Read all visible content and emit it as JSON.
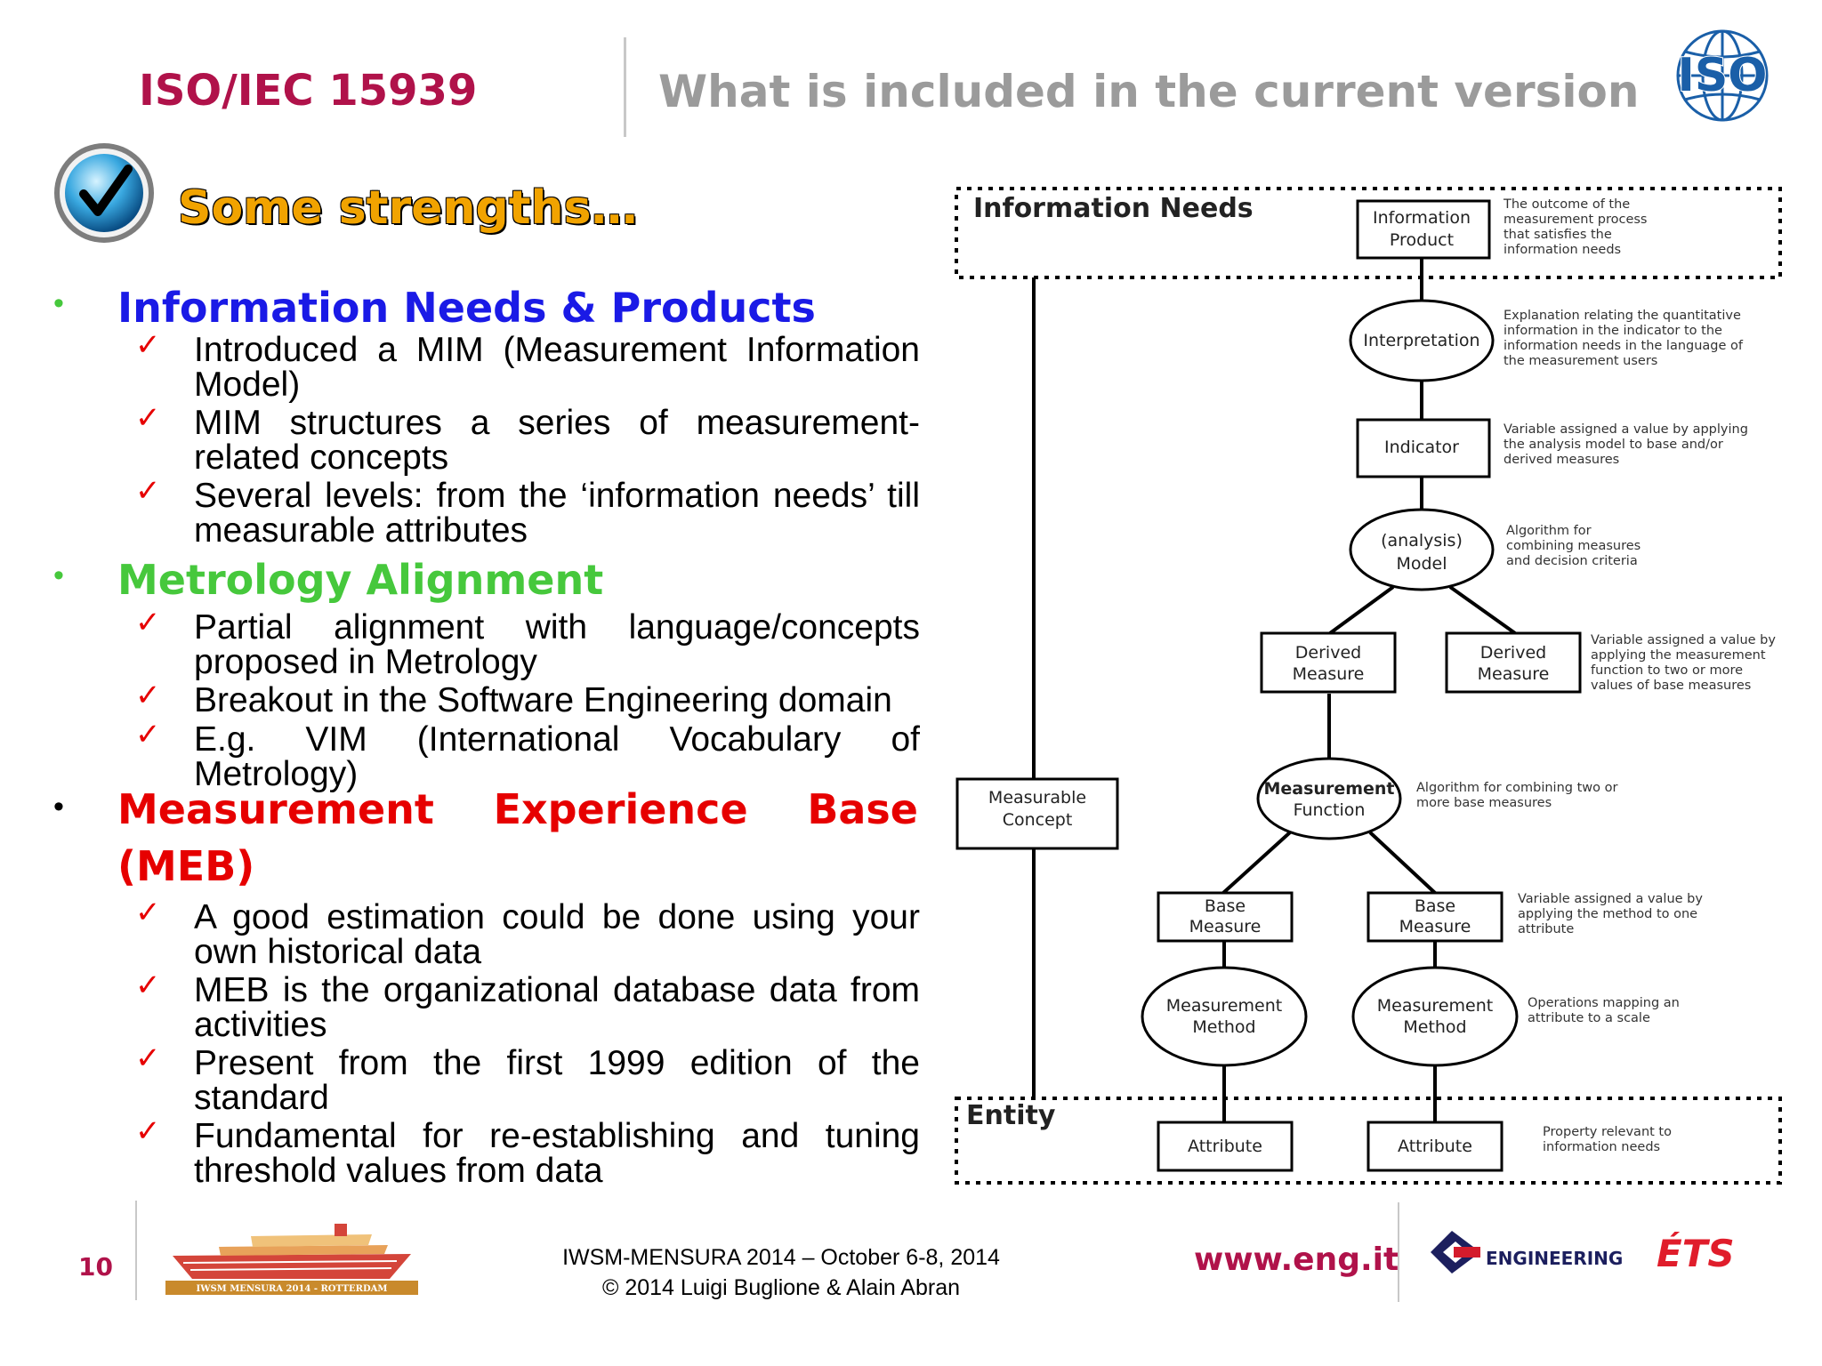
{
  "header": {
    "title": "ISO/IEC 15939",
    "subtitle": "What is included in the current version",
    "logo_text": "ISO"
  },
  "section_heading": "Some strengths…",
  "bullets": [
    {
      "title": "Information Needs & Products",
      "color": "#1a1ae6",
      "items": [
        "Introduced a MIM (Measurement Information Model)",
        "MIM structures a series of measurement-related concepts",
        "Several levels: from the ‘information needs’ till measurable attributes"
      ]
    },
    {
      "title": "Metrology Alignment",
      "color": "#46c83c",
      "items": [
        "Partial alignment with language/concepts proposed in Metrology",
        "Breakout in the Software Engineering domain",
        "E.g. VIM (International Vocabulary of Metrology)"
      ]
    },
    {
      "title_line1_parts": [
        "Measurement",
        "Experience",
        "Base"
      ],
      "title_line2": "(MEB)",
      "color": "#e60000",
      "items": [
        "A good estimation could be done using your own historical data",
        "MEB is the organizational database data from activities",
        "Present from the first 1999 edition of the standard",
        "Fundamental for re-establishing and tuning threshold values from data"
      ]
    }
  ],
  "diagram": {
    "info_needs_label": "Information Needs",
    "entity_label": "Entity",
    "information_product": [
      "Information",
      "Product"
    ],
    "interpretation": "Interpretation",
    "indicator": "Indicator",
    "analysis_model": [
      "(analysis)",
      "Model"
    ],
    "derived_measure": [
      "Derived",
      "Measure"
    ],
    "measurable_concept": [
      "Measurable",
      "Concept"
    ],
    "measurement_function": [
      "Measurement",
      "Function"
    ],
    "base_measure": [
      "Base",
      "Measure"
    ],
    "measurement_method": [
      "Measurement",
      "Method"
    ],
    "attribute": "Attribute",
    "notes": {
      "information_product": [
        "The outcome of the",
        "measurement process",
        "that satisfies the",
        "information needs"
      ],
      "interpretation": [
        "Explanation relating the quantitative",
        "information in the indicator to the",
        "information needs in the language of",
        "the measurement users"
      ],
      "indicator": [
        "Variable assigned a value by applying",
        "the analysis model to base and/or",
        "derived measures"
      ],
      "analysis_model": [
        "Algorithm for",
        "combining measures",
        "and decision criteria"
      ],
      "derived_measure": [
        "Variable assigned a value by",
        "applying the measurement",
        "function to two or more",
        "values of base measures"
      ],
      "measurement_function": [
        "Algorithm for combining two or",
        "more base measures"
      ],
      "base_measure": [
        "Variable assigned a value by",
        "applying the method to one",
        "attribute"
      ],
      "measurement_method": [
        "Operations mapping an",
        "attribute to a scale"
      ],
      "attribute": [
        "Property relevant to",
        "information needs"
      ]
    }
  },
  "footer": {
    "page_number": "10",
    "event_logo_text": "IWSM MENSURA 2014 - ROTTERDAM",
    "line1": "IWSM-MENSURA 2014 – October 6-8, 2014",
    "line2": "© 2014 Luigi Buglione & Alain Abran",
    "website": "www.eng.it",
    "engineering_logo_text": "ENGINEERING",
    "ets_logo_text": "ÉTS"
  },
  "colors": {
    "title_red": "#b0124a",
    "subtitle_grey": "#9b9b9b",
    "heading_orange": "#f1a300",
    "blue_bullet": "#1a1ae6",
    "green_bullet": "#46c83c",
    "red_bullet": "#e60000"
  }
}
